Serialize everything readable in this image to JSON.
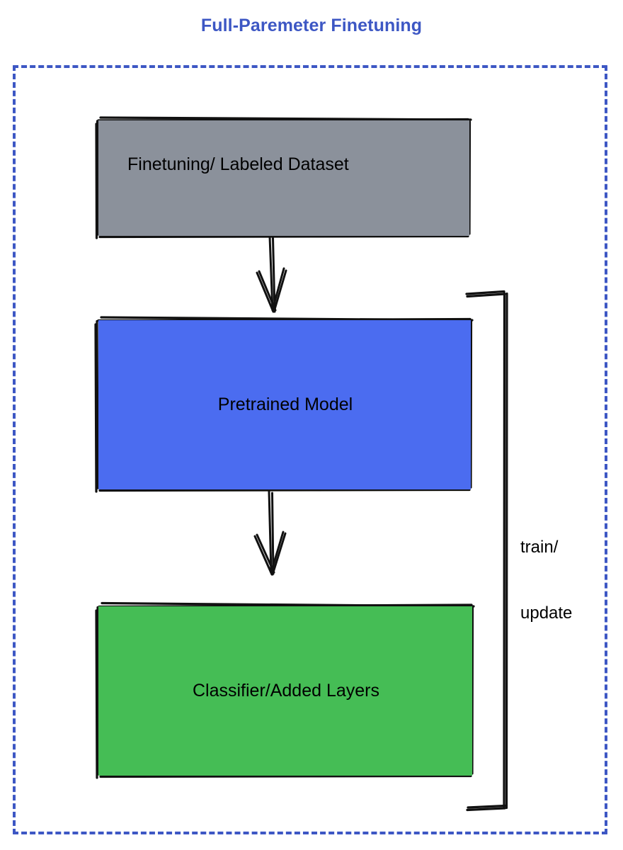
{
  "title": "Full-Paremeter Finetuning",
  "theme": {
    "title_color": "#3d57c4",
    "frame_color": "#3d57c4",
    "stroke_color": "#111111",
    "background": "#ffffff"
  },
  "nodes": [
    {
      "id": "dataset",
      "label": "Finetuning/ Labeled Dataset",
      "fill": "#8b919b",
      "name": "node-dataset"
    },
    {
      "id": "pretrained",
      "label": "Pretrained Model",
      "fill": "#4b6cf0",
      "name": "node-pretrained-model"
    },
    {
      "id": "classifier",
      "label": "Classifier/Added Layers",
      "fill": "#45bd55",
      "name": "node-classifier"
    }
  ],
  "edges": [
    {
      "id": "dataset-to-pretrained",
      "from": "dataset",
      "to": "pretrained",
      "label": "",
      "style": "sketch-arrow-down"
    },
    {
      "id": "pretrained-to-classifier",
      "from": "pretrained",
      "to": "classifier",
      "label": "",
      "style": "sketch-arrow-down"
    },
    {
      "id": "feedback-loop",
      "from": "classifier",
      "to": "pretrained",
      "label_line1": "train/",
      "label_line2": "update",
      "style": "sketch-bracket-right"
    }
  ],
  "icons": {
    "arrow": "arrow-down-icon",
    "bracket": "bracket-right-icon"
  }
}
